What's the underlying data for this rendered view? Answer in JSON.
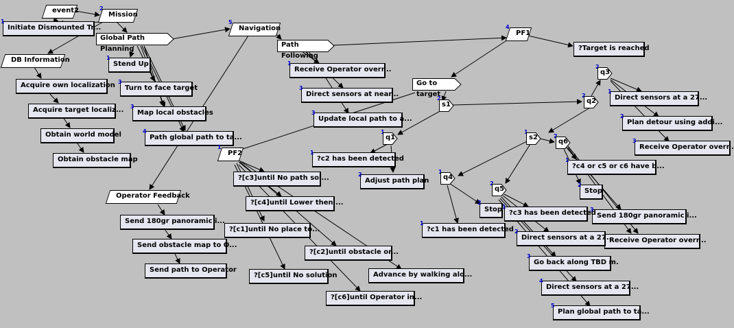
{
  "nodes": {
    "event2": {
      "label": "event2"
    },
    "mission": {
      "label": "Mission",
      "num": "2"
    },
    "initiate": {
      "label": "Initiate Dismounted Tr...",
      "num": "1"
    },
    "global_path_planning": {
      "label": "Global Path Planning"
    },
    "navigation": {
      "label": "Navigation",
      "num": "5"
    },
    "db_information": {
      "label": "DB Information"
    },
    "acquire_own": {
      "label": "Acquire own localization"
    },
    "acquire_target": {
      "label": "Acquire target localiz..."
    },
    "obtain_world": {
      "label": "Obtain world model"
    },
    "obtain_obstacle": {
      "label": "Obtain obstacle map"
    },
    "stend_up": {
      "label": "Stend Up",
      "num": "1"
    },
    "turn_face": {
      "label": "Turn to face target",
      "num": "3"
    },
    "map_local": {
      "label": "Map local obstacles",
      "num": "3"
    },
    "path_global": {
      "label": "Path global path to ta...",
      "num": "4"
    },
    "path_following": {
      "label": "Path Following"
    },
    "receive_op_1": {
      "label": "Receive Operator overr...",
      "num": "1"
    },
    "direct_near": {
      "label": "Direct sensors at near...",
      "num": "3"
    },
    "update_local": {
      "label": "Update local path to a...",
      "num": "3"
    },
    "go_to_target": {
      "label": "Go to target"
    },
    "pf1": {
      "label": "PF1",
      "num": "4"
    },
    "target_reached": {
      "label": "?Target is reached"
    },
    "pf2": {
      "label": "PF2",
      "num": "1"
    },
    "c3_no_path": {
      "label": "?[c3]until No path sol..."
    },
    "c4_lower": {
      "label": "?[c4]until Lower then ..."
    },
    "c1_no_place": {
      "label": "?[c1]until No place to..."
    },
    "c2_obstacle": {
      "label": "?[c2]until obstacle or..."
    },
    "c5_no_solution": {
      "label": "?[c5]until No solution"
    },
    "advance_walking": {
      "label": "Advance by walking alo..."
    },
    "c6_operator": {
      "label": "?[c6]until Operator in..."
    },
    "operator_feedback": {
      "label": "Operator Feedback"
    },
    "send_180_1": {
      "label": "Send 180gr panoramic i..."
    },
    "send_obstacle": {
      "label": "Send obstacle map to O..."
    },
    "send_path": {
      "label": "Send path to Operator"
    },
    "s1": {
      "label": "s1",
      "num": "2"
    },
    "q1": {
      "label": "q1",
      "num": "1"
    },
    "c2_detected": {
      "label": "?c2 has been detected",
      "num": "1"
    },
    "adjust_path": {
      "label": "Adjust path plan",
      "num": "2"
    },
    "q2": {
      "label": "q2",
      "num": "2"
    },
    "q3": {
      "label": "q3",
      "num": "2"
    },
    "direct_27_1": {
      "label": "Direct sensors at a 27...",
      "num": "1"
    },
    "plan_detour": {
      "label": "Plan detour using addi...",
      "num": "2"
    },
    "receive_op_2": {
      "label": "Receive Operator overr...",
      "num": "3"
    },
    "s2": {
      "label": "s2",
      "num": "1"
    },
    "q6": {
      "label": "q6",
      "num": "2"
    },
    "c4c5c6": {
      "label": "?c4 or c5 or c6 have b...",
      "num": "1"
    },
    "stop_1": {
      "label": "Stop",
      "num": "2"
    },
    "send_180_2": {
      "label": "Send 180gr panoramic i...",
      "num": "3"
    },
    "receive_op_3": {
      "label": "Receive Operator overr...",
      "num": "4"
    },
    "q4": {
      "label": "q4",
      "num": "1"
    },
    "stop_2": {
      "label": "Stop",
      "num": "2"
    },
    "c1_detected": {
      "label": "?c1 has been detected",
      "num": "1"
    },
    "q5": {
      "label": "q5",
      "num": "2"
    },
    "c3_detected": {
      "label": "?c3 has been detected",
      "num": "1"
    },
    "direct_27_2": {
      "label": "Direct sensors at a 27...",
      "num": "2"
    },
    "go_back": {
      "label": "Go back along TBD m.",
      "num": "3"
    },
    "direct_27_3": {
      "label": "Direct sensors at a 27...",
      "num": "4"
    },
    "plan_global": {
      "label": "Plan global path to ta...",
      "num": "5"
    }
  }
}
